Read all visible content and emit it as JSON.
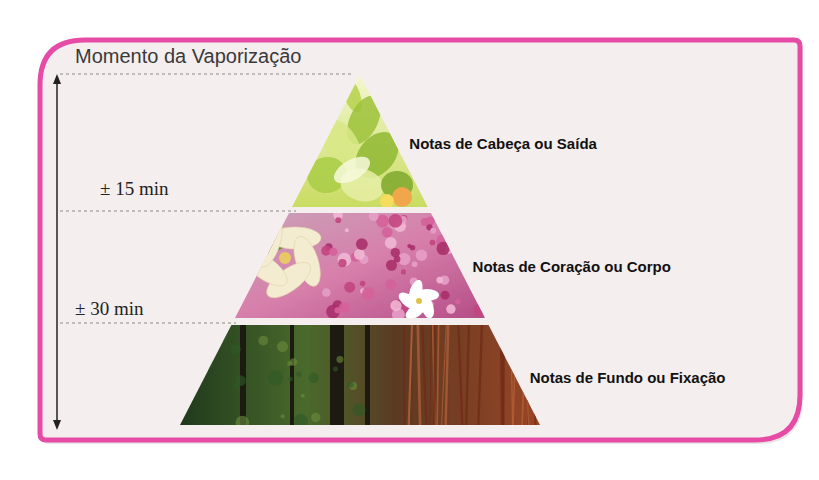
{
  "diagram": {
    "title": "Momento da Vaporização",
    "nodes": [
      {
        "text": [
          "Notas de Cabeça ou Saída"
        ]
      },
      {
        "text": [
          "Notas de Coração ou Corpo"
        ]
      },
      {
        "text": [
          "Notas de Fundo ou Fixação"
        ]
      }
    ],
    "labels": [
      "± 15 min",
      "± 30 min"
    ]
  }
}
